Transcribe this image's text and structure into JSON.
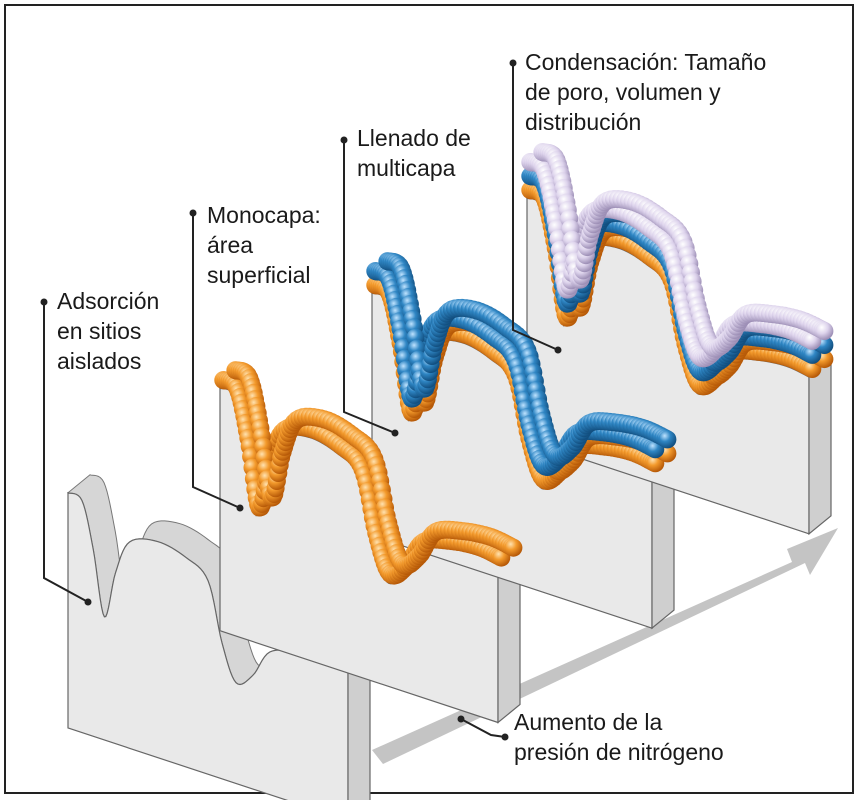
{
  "labels": {
    "stage1": [
      "Adsorción",
      "en sitios",
      "aislados"
    ],
    "stage2": [
      "Monocapa:",
      "área",
      "superficial"
    ],
    "stage3": [
      "Llenado de",
      "multicapa"
    ],
    "stage4": [
      "Condensación: Tamaño",
      "de poro, volumen y",
      "distribución"
    ],
    "arrow": [
      "Aumento de la",
      "presión de nitrógeno"
    ]
  },
  "colors": {
    "block_front": "#e9e9e9",
    "block_top": "#f4f4f4",
    "block_side": "#cfcfcf",
    "inner_surface": "#d6d6d6",
    "sphere_orange": "#f39a2c",
    "sphere_blue": "#2f86c4",
    "sphere_lavender": "#ddd3ec",
    "arrow": "#c4c4c4",
    "leader": "#222222"
  }
}
